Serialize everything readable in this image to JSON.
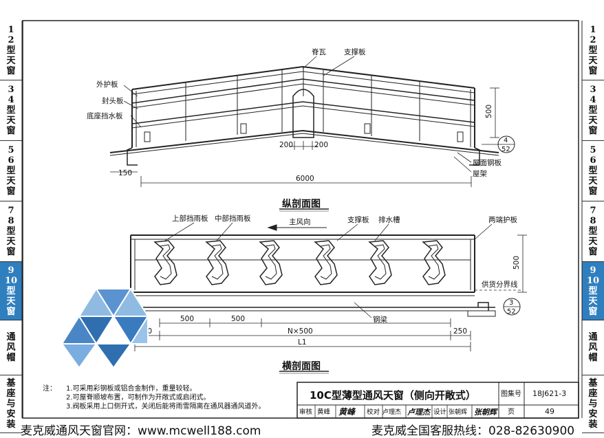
{
  "side_tabs": [
    {
      "label": [
        "1",
        "2",
        "型",
        "天",
        "窗"
      ],
      "active": false
    },
    {
      "label": [
        "3",
        "4",
        "型",
        "天",
        "窗"
      ],
      "active": false
    },
    {
      "label": [
        "5",
        "6",
        "型",
        "天",
        "窗"
      ],
      "active": false
    },
    {
      "label": [
        "7",
        "8",
        "型",
        "天",
        "窗"
      ],
      "active": false
    },
    {
      "label": [
        "9",
        "10",
        "型",
        "天",
        "窗"
      ],
      "active": true
    },
    {
      "label": [
        "通",
        "风",
        "帽"
      ],
      "active": false
    },
    {
      "label": [
        "基",
        "座",
        "与",
        "安",
        "装"
      ],
      "active": false
    }
  ],
  "upper_drawing": {
    "title": "纵剖面图",
    "labels": {
      "ridge_tile": "脊瓦",
      "support_plate": "支撑板",
      "outer_guard": "外护板",
      "end_seal": "封头板",
      "base_drain": "底座挡水板",
      "roof_steel": "屋面钢板",
      "roof_frame": "屋架"
    },
    "dims": {
      "left_200": "200",
      "right_200": "200",
      "height_500": "500",
      "width_6000": "6000",
      "eave_150": "150"
    },
    "ref": {
      "num": "4",
      "den": "52"
    }
  },
  "lower_drawing": {
    "title": "横剖面图",
    "labels": {
      "top_baffle": "上部挡雨板",
      "mid_baffle": "中部挡雨板",
      "wind_dir": "主风向",
      "support_plate": "支撑板",
      "drain_trough": "排水槽",
      "end_guard": "两端护板",
      "supply_line": "供货分界线",
      "steel_beam": "钢梁"
    },
    "dims": {
      "d500a": "500",
      "d500b": "500",
      "nx500": "N×500",
      "left_250": "250",
      "right_250": "250",
      "l1": "L1",
      "height_500": "500"
    },
    "ref": {
      "num": "3",
      "den": "52"
    }
  },
  "notes": {
    "prefix": "注：",
    "items": [
      "1.可采用彩钢板或铝合金制作，重量较轻。",
      "2.可屋脊顺坡布置，可制作为开敞式或启闭式。",
      "3.阀板采用上口侧开式，关闭后能将雨雪隔离在通风器通风道外。"
    ]
  },
  "title_block": {
    "title": "10C型薄型通风天窗（侧向开敞式）",
    "atlas_label": "图集号",
    "atlas_no": "18J621-3",
    "review_label": "审核",
    "reviewer": "黄峰",
    "reviewer_sig": "黄峰",
    "check_label": "校对",
    "checker": "卢理杰",
    "checker_sig": "卢理杰",
    "design_label": "设计",
    "designer": "张朝辉",
    "designer_sig": "张朝辉",
    "page_label": "页",
    "page_no": "49"
  },
  "footer": {
    "left": "麦克威通风天窗官网：www.mcwell188.com",
    "right": "麦克威全国客服热线：028-82630900"
  },
  "colors": {
    "accent": "#2f7fbf",
    "logo_light": "#6fa8dc",
    "logo_dark": "#1f5f9f"
  }
}
